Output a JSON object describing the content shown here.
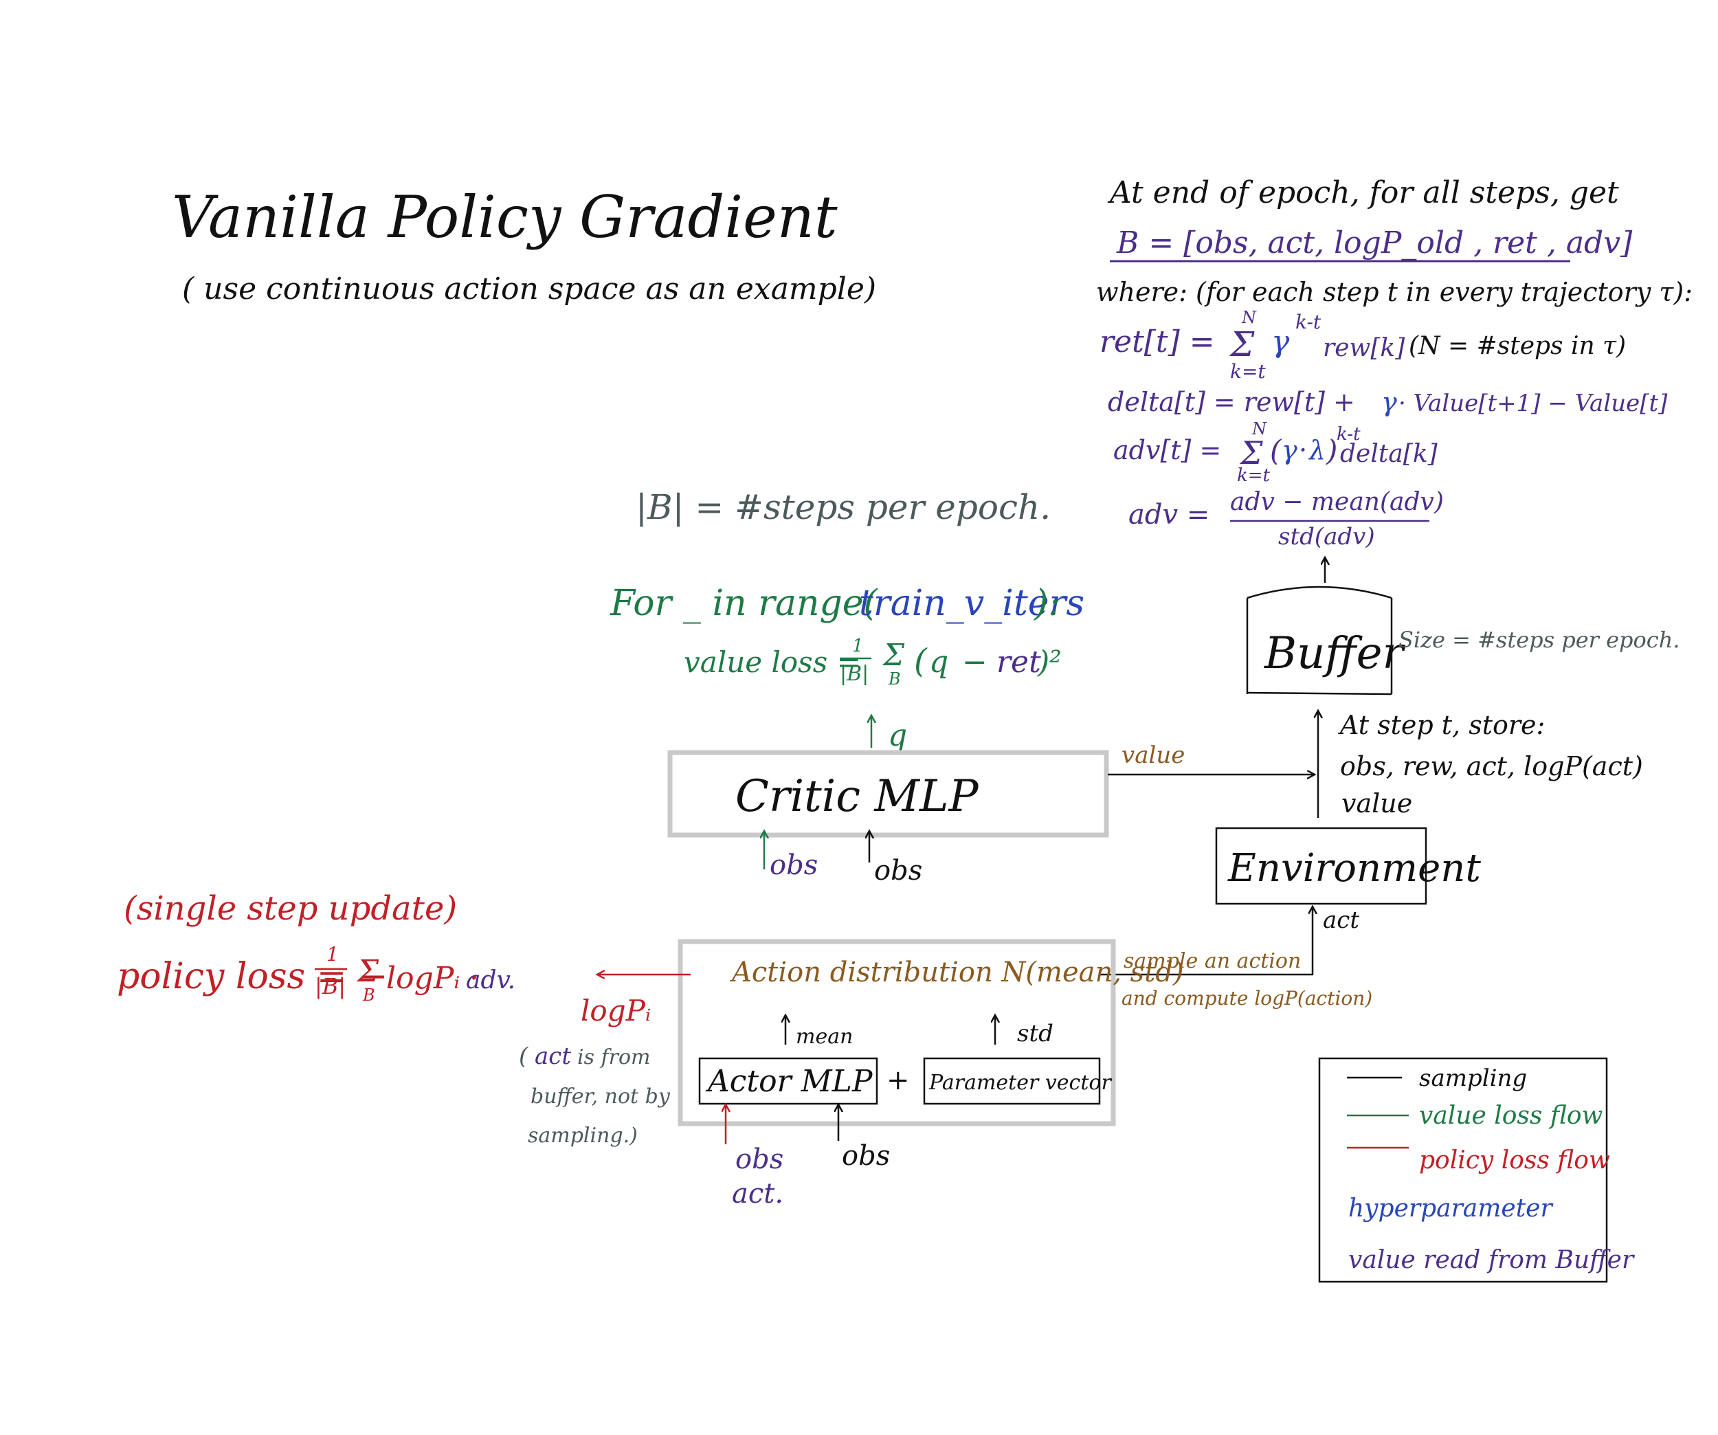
{
  "title": "Vanilla Policy Gradient",
  "subtitle": "( use continuous action space as an example)",
  "buffer_section": {
    "heading": "At end of epoch, for all steps, get",
    "buffer_def": "B = [obs, act, logP_old , ret , adv]",
    "where_line": "where: (for each step t in every trajectory τ):",
    "ret_lhs": "ret[t] =",
    "ret_sum_top": "N",
    "ret_sum_sym": "Σ",
    "ret_sum_bottom": "k=t",
    "ret_gamma": "γ",
    "ret_exp": "k-t",
    "ret_term": "rew[k]",
    "ret_note": "(N = #steps in τ)",
    "delta_a": "delta[t] = rew[t] +",
    "delta_gamma": "γ",
    "delta_b": "· Value[t+1] − Value[t]",
    "adv_lhs": "adv[t] =",
    "adv_sum_top": "N",
    "adv_sum_sym": "Σ",
    "adv_sum_bottom": "k=t",
    "adv_paren_open": "(",
    "adv_gamma": "γ",
    "adv_dot": "·",
    "adv_lambda": "λ",
    "adv_paren_close": ")",
    "adv_exp": "k-t",
    "adv_term": "delta[k]",
    "norm_lhs": "adv =",
    "norm_num": "adv − mean(adv)",
    "norm_den": "std(adv)"
  },
  "epoch_note": "|B| = #steps per epoch.",
  "value_loop": {
    "for_a": "For _ in range(",
    "for_b": "train_v_iters",
    "for_c": "):",
    "loss_a": "value loss =",
    "loss_frac_top": "1",
    "loss_frac_bottom": "|B|",
    "loss_sum": "Σ",
    "loss_sum_sub": "B",
    "loss_open": "(",
    "loss_q": "q",
    "loss_minus": "−",
    "loss_ret": "ret",
    "loss_close": ")²",
    "q_arrow_label": "q"
  },
  "buffer": {
    "label": "Buffer",
    "size_note": "Size = #steps per epoch."
  },
  "store_note": {
    "line1": "At step t, store:",
    "line2": "obs, rew, act, logP(act)",
    "line3": "value"
  },
  "critic": {
    "label": "Critic MLP",
    "value_label": "value",
    "obs_green": "obs",
    "obs_black": "obs"
  },
  "environment": {
    "label": "Environment",
    "act_label": "act"
  },
  "policy_loss": {
    "header": "(single step update)",
    "lhs": "policy loss = −",
    "frac_top": "1",
    "frac_bottom": "|B|",
    "sum": "Σ",
    "sum_sub": "B",
    "term": "logPᵢ ·",
    "adv": "adv."
  },
  "actor_block": {
    "action_dist": "Action distribution  N(mean, std)",
    "sample_line1": "sample an action",
    "sample_line2": "and compute logP(action)",
    "logp_label": "logPᵢ",
    "act_note_open": "(",
    "act_note_act": "act",
    "act_note_rest1": " is from",
    "act_note_line2": "buffer, not by",
    "act_note_line3": "sampling.)",
    "mean_label": "mean",
    "std_label": "std",
    "actor_label": "Actor MLP",
    "plus": "+",
    "param_label": "Parameter vector",
    "obs_red": "obs",
    "act_red": "act.",
    "obs_black": "obs"
  },
  "legend": {
    "sampling": "sampling",
    "value_loss": "value loss flow",
    "policy_loss": "policy loss flow",
    "hyper": "hyperparameter",
    "buffer_value": "value read from Buffer"
  },
  "colors": {
    "black": "#111111",
    "navy": "#4b2e8a",
    "blue": "#2945b8",
    "green": "#1e7a46",
    "red": "#c21f26",
    "brown": "#8a5a1f",
    "gray": "#4d5a5c"
  }
}
